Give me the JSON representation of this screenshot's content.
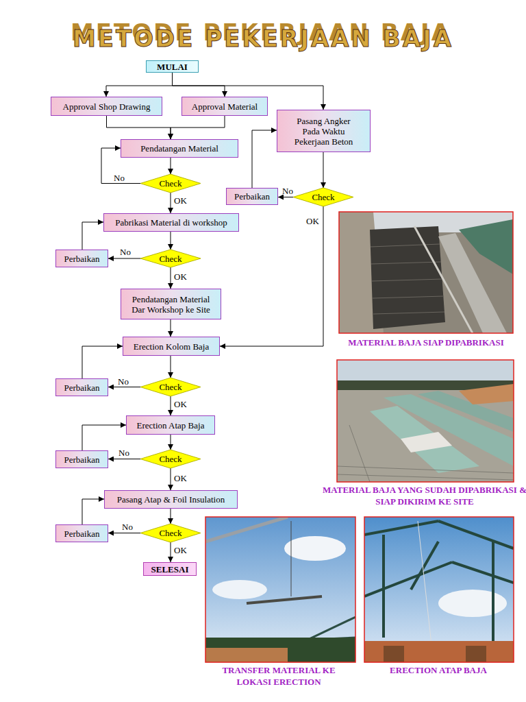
{
  "diagram": {
    "title": "METODE PEKERJAAN BAJA",
    "nodes": [
      {
        "text": [
          "MULAI"
        ]
      },
      {
        "text": [
          "Approval Shop Drawing"
        ]
      },
      {
        "text": [
          "Approval Material"
        ]
      },
      {
        "text": [
          "Pasang Angker Pada Waktu Pekerjaan Beton"
        ]
      },
      {
        "text": [
          "Pendatangan Material"
        ]
      },
      {
        "text": [
          "Check"
        ]
      },
      {
        "text": [
          "Perbaikan"
        ]
      },
      {
        "text": [
          "Check"
        ]
      },
      {
        "text": [
          "Pabrikasi Material di workshop"
        ]
      },
      {
        "text": [
          "Perbaikan"
        ]
      },
      {
        "text": [
          "Check"
        ]
      },
      {
        "text": [
          "Pendatangan Material Dar Workshop ke Site"
        ]
      },
      {
        "text": [
          "Erection Kolom Baja"
        ]
      },
      {
        "text": [
          "Perbaikan"
        ]
      },
      {
        "text": [
          "Check"
        ]
      },
      {
        "text": [
          "Erection Atap Baja"
        ]
      },
      {
        "text": [
          "Perbaikan"
        ]
      },
      {
        "text": [
          "Check"
        ]
      },
      {
        "text": [
          "Pasang Atap & Foil Insulation"
        ]
      },
      {
        "text": [
          "Perbaikan"
        ]
      },
      {
        "text": [
          "Check"
        ]
      },
      {
        "text": [
          "SELESAI"
        ]
      }
    ],
    "edges": [
      {
        "from": 0,
        "to": 1,
        "arrow": "to"
      },
      {
        "from": 0,
        "to": 2,
        "arrow": "to"
      },
      {
        "from": 0,
        "to": 3,
        "arrow": "to"
      },
      {
        "from": 1,
        "to": 4,
        "arrow": "to"
      },
      {
        "from": 2,
        "to": 4,
        "arrow": "to"
      },
      {
        "from": 4,
        "to": 5,
        "arrow": "to"
      },
      {
        "from": 5,
        "to": 4,
        "label": "No",
        "arrow": "to"
      },
      {
        "from": 5,
        "to": 8,
        "label": "OK",
        "arrow": "to"
      },
      {
        "from": 3,
        "to": 7,
        "arrow": "to"
      },
      {
        "from": 7,
        "to": 6,
        "label": "No",
        "arrow": "to"
      },
      {
        "from": 6,
        "to": 3,
        "arrow": "to"
      },
      {
        "from": 7,
        "to": 12,
        "label": "OK",
        "arrow": "to"
      },
      {
        "from": 8,
        "to": 10,
        "arrow": "to"
      },
      {
        "from": 10,
        "to": 9,
        "label": "No",
        "arrow": "to"
      },
      {
        "from": 9,
        "to": 8,
        "arrow": "to"
      },
      {
        "from": 10,
        "to": 11,
        "label": "OK",
        "arrow": "to"
      },
      {
        "from": 11,
        "to": 12,
        "arrow": "to"
      },
      {
        "from": 12,
        "to": 14,
        "arrow": "to"
      },
      {
        "from": 14,
        "to": 13,
        "label": "No",
        "arrow": "to"
      },
      {
        "from": 13,
        "to": 12,
        "arrow": "to"
      },
      {
        "from": 14,
        "to": 15,
        "label": "OK",
        "arrow": "to"
      },
      {
        "from": 15,
        "to": 17,
        "arrow": "to"
      },
      {
        "from": 17,
        "to": 16,
        "label": "No",
        "arrow": "to"
      },
      {
        "from": 16,
        "to": 15,
        "arrow": "to"
      },
      {
        "from": 17,
        "to": 18,
        "label": "OK",
        "arrow": "to"
      },
      {
        "from": 18,
        "to": 20,
        "arrow": "to"
      },
      {
        "from": 20,
        "to": 19,
        "label": "No",
        "arrow": "to"
      },
      {
        "from": 19,
        "to": 18,
        "arrow": "to"
      },
      {
        "from": 20,
        "to": 21,
        "label": "OK",
        "arrow": "to"
      }
    ],
    "labels": [
      "MATERIAL BAJA SIAP DIPABRIKASI",
      "MATERIAL BAJA YANG SUDAH DIPABRIKASI & SIAP DIKIRIM KE SITE",
      "TRANSFER MATERIAL KE LOKASI ERECTION",
      "ERECTION ATAP BAJA"
    ]
  }
}
